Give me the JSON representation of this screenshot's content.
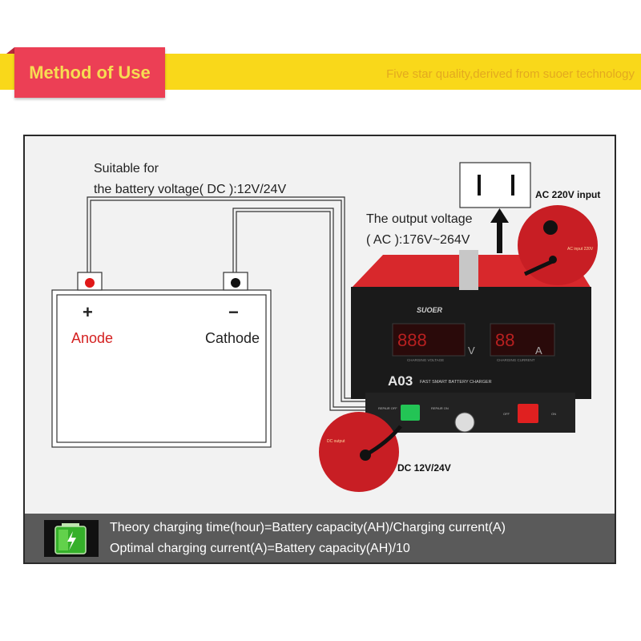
{
  "header": {
    "title": "Method of Use",
    "tagline": "Five star quality,derived from suoer technology"
  },
  "diagram": {
    "suitable_line1": "Suitable for",
    "suitable_line2": "the battery voltage( DC ):12V/24V",
    "output_line1": "The output voltage",
    "output_line2": "( AC ):176V~264V",
    "ac_input": "AC 220V input",
    "anode_symbol": "+",
    "cathode_symbol": "−",
    "anode": "Anode",
    "cathode": "Cathode",
    "dc_label": "DC 12V/24V",
    "charger": {
      "brand": "SUOER",
      "model": "A03",
      "subtitle": "FAST SMART BATTERY CHARGER",
      "voltage_unit": "V",
      "current_unit": "A",
      "voltage_caption": "CHARGING VOLTAGE",
      "current_caption": "CHARGING CURRENT",
      "inset_top_text": "AC input 220V",
      "inset_bottom_text": "DC output",
      "repair_off": "REPAIR OFF",
      "repair_on": "REPAIR ON",
      "off": "OFF",
      "on": "ON"
    },
    "colors": {
      "anode": "#d42020",
      "accent": "#ec3f55",
      "banner": "#f9d81a"
    }
  },
  "footer": {
    "line1": "Theory charging time(hour)=Battery capacity(AH)/Charging current(A)",
    "line2": "Optimal charging current(A)=Battery capacity(AH)/10",
    "icon": "battery-charging-icon"
  }
}
